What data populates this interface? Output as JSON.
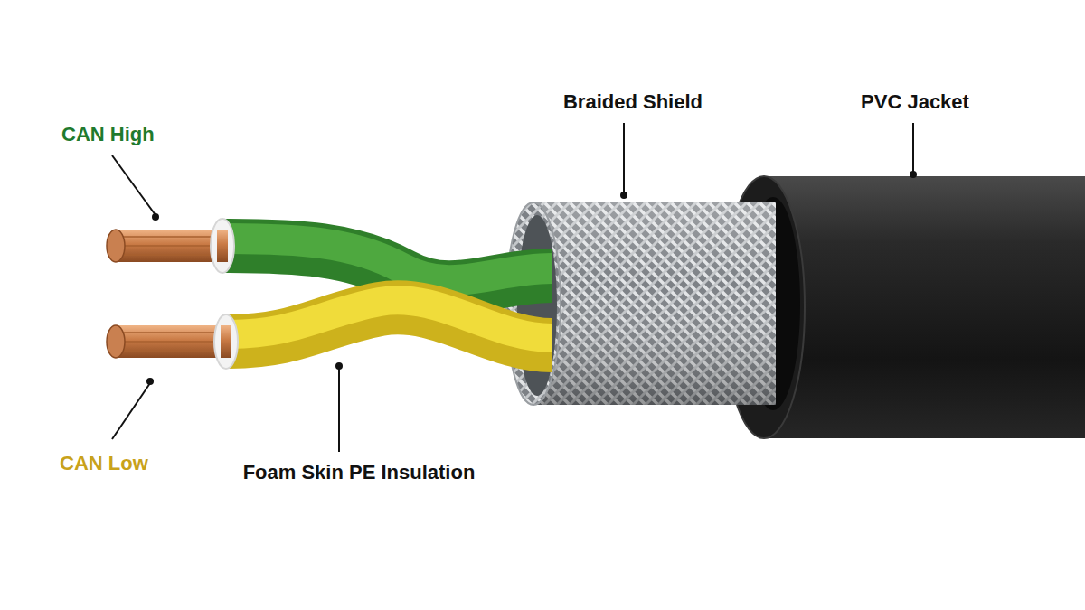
{
  "diagram": {
    "labels": [
      "CAN High",
      "CAN Low",
      "Foam Skin PE Insulation",
      "Braided Shield",
      "PVC Jacket"
    ]
  }
}
